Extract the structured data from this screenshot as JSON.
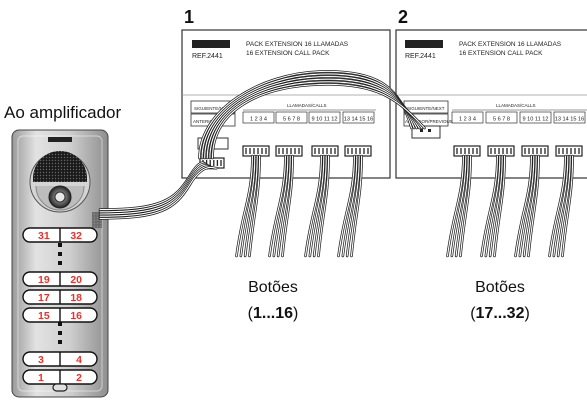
{
  "amplifier_label": "Ao amplificador",
  "module_numbers": [
    "1",
    "2"
  ],
  "module": {
    "title_lines": [
      "PACK EXTENSION 16 LLAMADAS",
      "16 EXTENSION CALL PACK"
    ],
    "ref": "REF.2441",
    "next_label": "SIGUIENTE/NEXT",
    "prev_label_short": "ANTERIOR",
    "prev_label_full": "ANTERIOR/PREVIOUS",
    "calls_label": "LLAMADAS/CALLS",
    "call_groups": [
      "1 2 3 4",
      "5 6 7 8",
      "9 10 11 12",
      "13 14 15 16"
    ]
  },
  "buttons_caption": "Botões",
  "button_ranges": [
    {
      "open": "(",
      "range": "1...16",
      "close": ")"
    },
    {
      "open": "(",
      "range": "17...32",
      "close": ")"
    }
  ],
  "panel_buttons": [
    {
      "left": "31",
      "right": "32"
    },
    {
      "left": "19",
      "right": "20"
    },
    {
      "left": "17",
      "right": "18"
    },
    {
      "left": "15",
      "right": "16"
    },
    {
      "left": "3",
      "right": "4"
    },
    {
      "left": "1",
      "right": "2"
    }
  ],
  "colors": {
    "number_red": "#e8322a",
    "panel_metal": "#c8c8c8",
    "line": "#222222"
  }
}
